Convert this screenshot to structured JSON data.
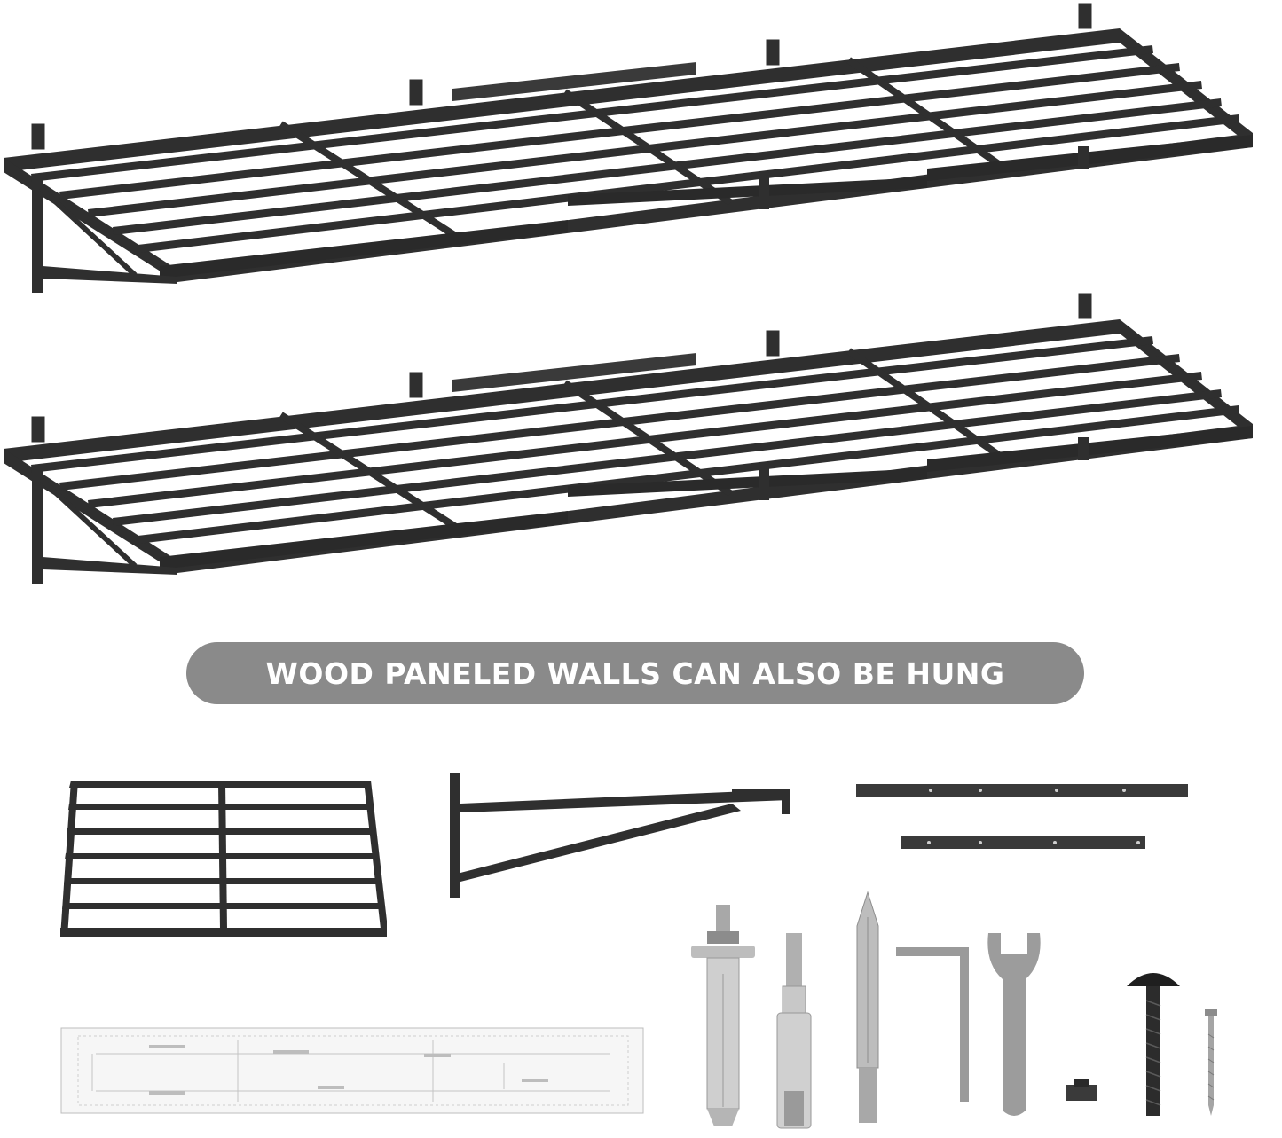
{
  "banner": {
    "text": "WOOD PANELED WALLS CAN ALSO BE HUNG"
  },
  "colors": {
    "metal": "#2f2f2f",
    "metal_light": "#5a5a5a",
    "banner_bg": "#8a8a8a",
    "banner_text": "#ffffff",
    "silver": "#c9c9c9",
    "wrench_grey": "#9c9c9c"
  },
  "parts": {
    "shelves": [
      "assembled-shelf",
      "assembled-shelf"
    ],
    "components": [
      "shelf-grid-panel",
      "triangle-bracket",
      "wall-rail-long",
      "wall-rail-short",
      "drilling-template"
    ],
    "hardware": [
      "expansion-anchor-bolt",
      "socket-adapter",
      "drill-bit",
      "hex-key",
      "wrench",
      "nut",
      "mushroom-bolt",
      "wood-screw"
    ]
  }
}
